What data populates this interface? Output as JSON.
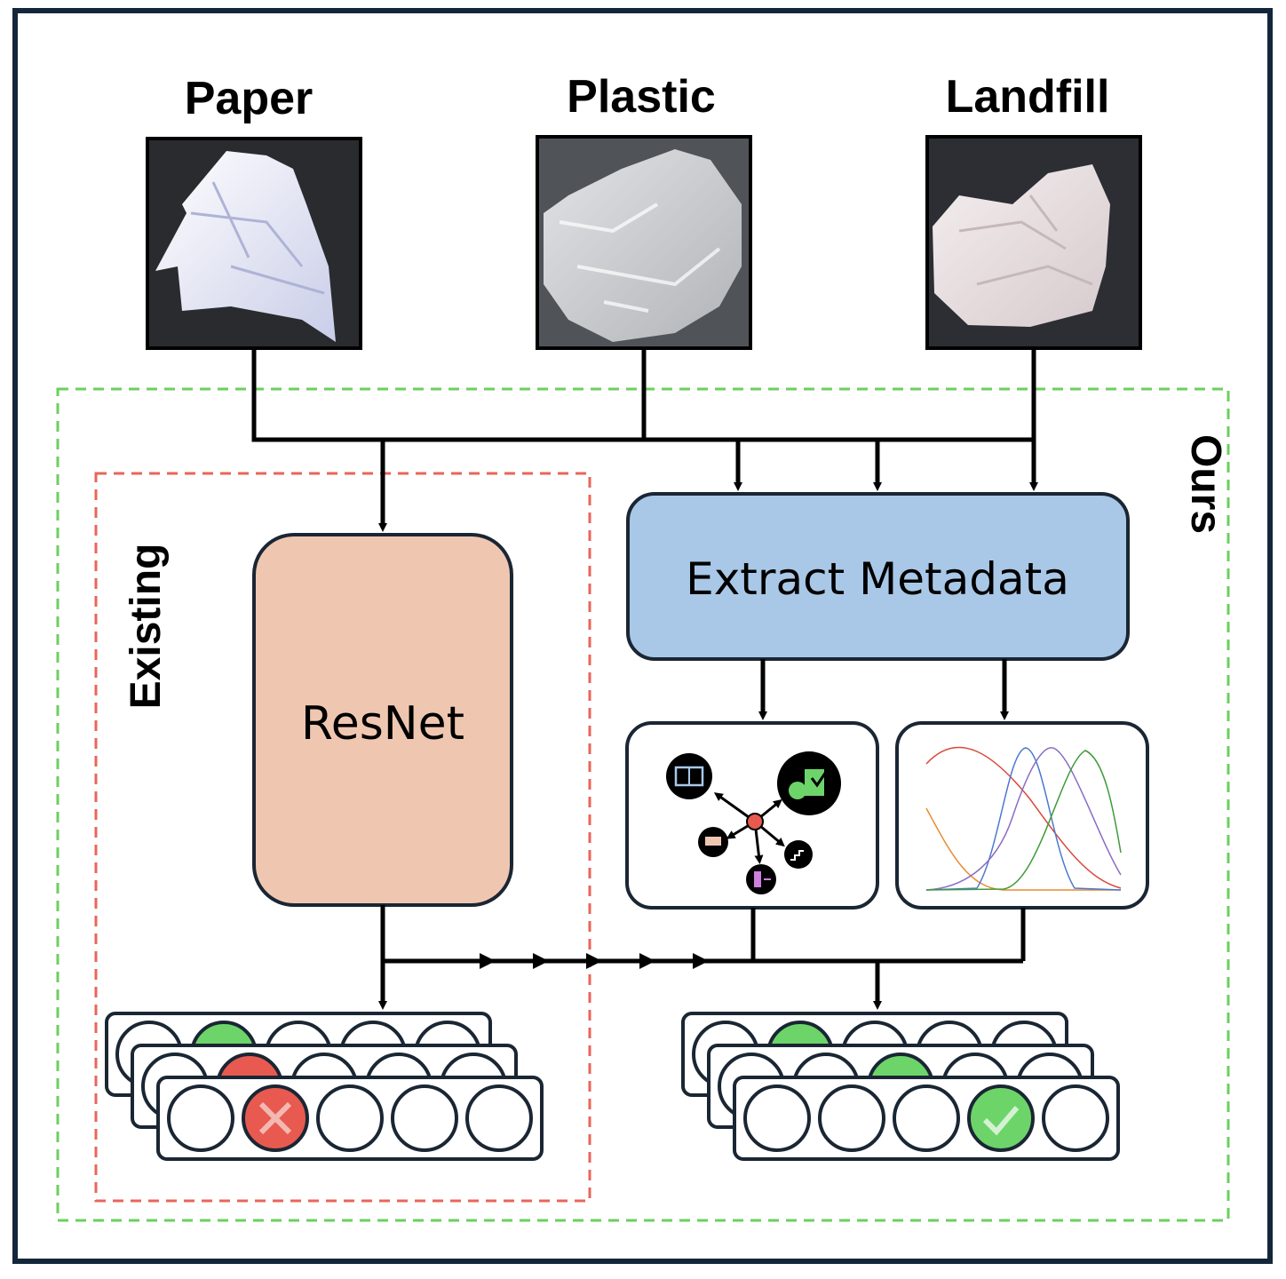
{
  "classes": {
    "paper": "Paper",
    "plastic": "Plastic",
    "landfill": "Landfill"
  },
  "regions": {
    "existing": "Existing",
    "ours": "Ours"
  },
  "blocks": {
    "resnet": "ResNet",
    "extract_metadata": "Extract Metadata"
  },
  "colors": {
    "frame": "#14263a",
    "stroke": "#1a2633",
    "ours_region": "#6ccf5f",
    "existing_region": "#e8655a",
    "resnet_fill": "#efc7b1",
    "metadata_fill": "#a9c8e8",
    "correct": "#6dd46a",
    "wrong": "#e85a50"
  },
  "icons": {
    "graph": [
      "book-icon",
      "food-recycle-icon",
      "printer-icon",
      "stairs-icon",
      "exit-door-icon"
    ],
    "mark_wrong": "cross-icon",
    "mark_correct": "check-icon"
  },
  "outputs": {
    "existing": {
      "slots": 5,
      "selected_index": 1,
      "result": "wrong"
    },
    "ours": {
      "slots": 5,
      "selected_index": 3,
      "result": "correct"
    }
  }
}
